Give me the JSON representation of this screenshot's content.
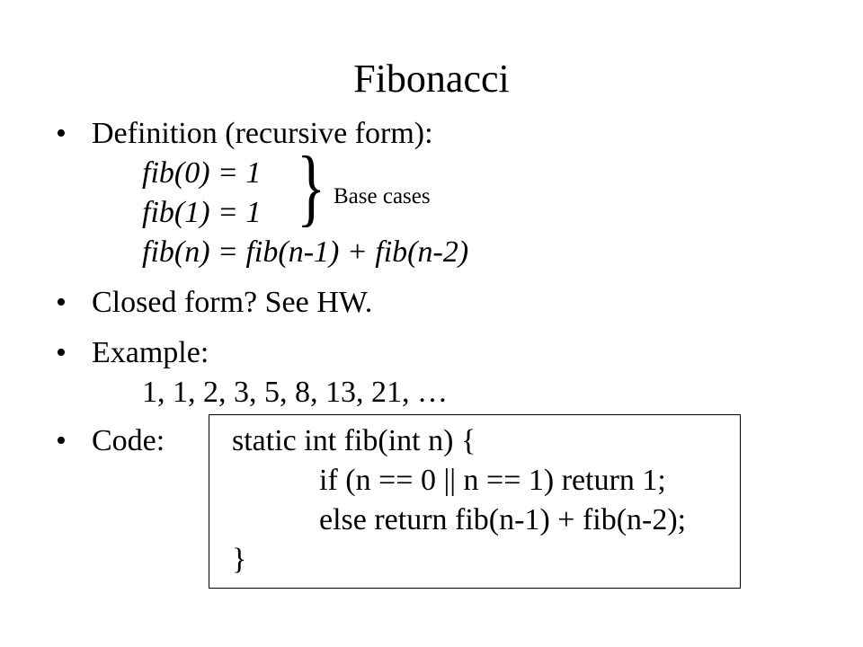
{
  "title": "Fibonacci",
  "definition": {
    "heading": "Definition (recursive form):",
    "lines": [
      "fib(0) = 1",
      "fib(1) = 1",
      "fib(n) = fib(n-1) + fib(n-2)"
    ],
    "brace_label": "Base cases"
  },
  "closed_form": "Closed form? See HW.",
  "example": {
    "heading": "Example:",
    "sequence": "1, 1, 2, 3, 5, 8, 13, 21, …"
  },
  "code": {
    "heading": "Code:",
    "lines": [
      "static int fib(int n) {",
      "if (n == 0 || n == 1) return 1;",
      "else return fib(n-1) + fib(n-2);",
      "}"
    ]
  }
}
